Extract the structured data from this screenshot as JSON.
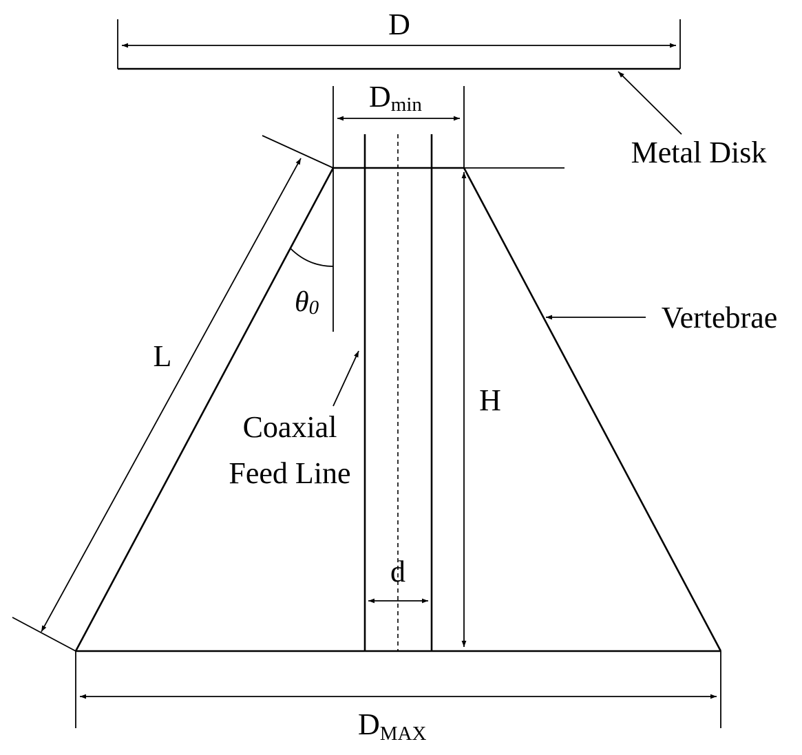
{
  "labels": {
    "disk_diameter": "D",
    "metal_disk": "Metal Disk",
    "top_diameter_main": "D",
    "top_diameter_sub": "min",
    "slant_length": "L",
    "angle_main": "θ",
    "angle_sub": "0",
    "vertebrae": "Vertebrae",
    "height": "H",
    "feed_line_1": "Coaxial",
    "feed_line_2": "Feed Line",
    "coax_diameter": "d",
    "base_diameter_main": "D",
    "base_diameter_sub": "MAX"
  }
}
